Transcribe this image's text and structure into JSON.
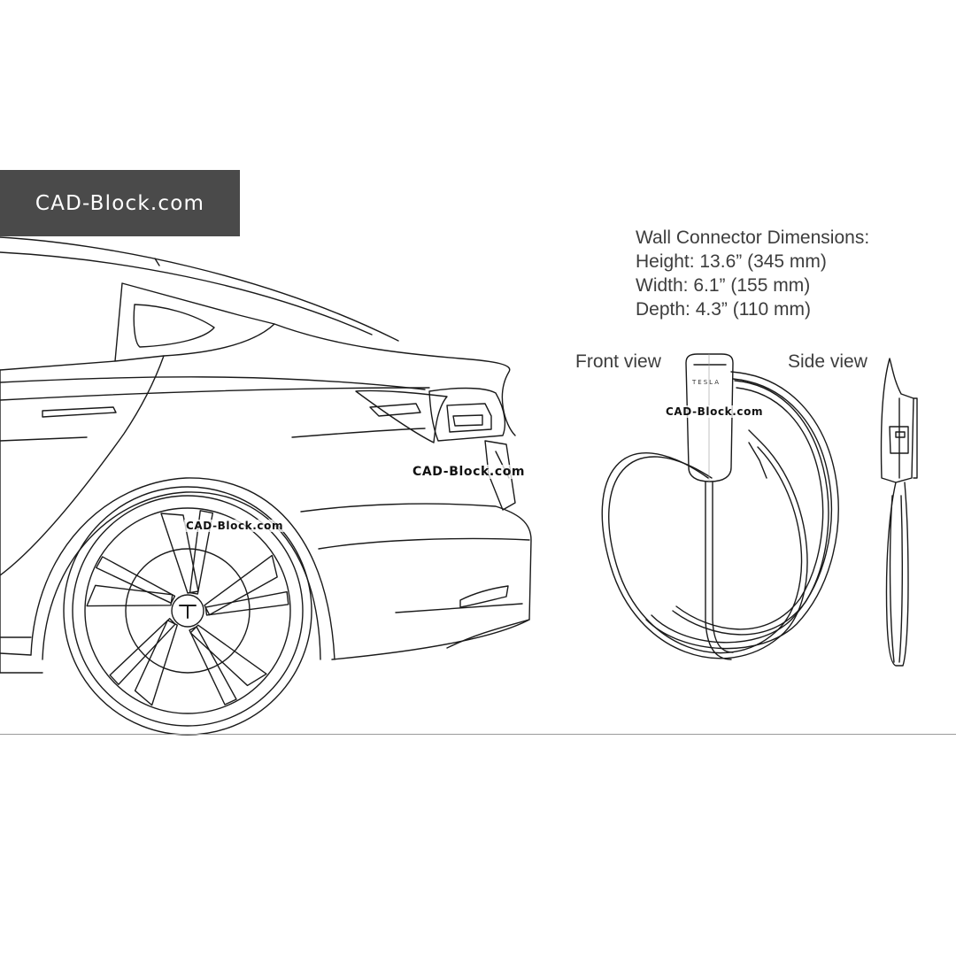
{
  "brand": {
    "banner_text": "CAD-Block.com",
    "watermark_text": "CAD-Block.com"
  },
  "specs": {
    "title": "Wall Connector Dimensions:",
    "height": "Height: 13.6” (345 mm)",
    "width": "Width: 6.1” (155 mm)",
    "depth": "Depth: 4.3” (110 mm)"
  },
  "views": {
    "front": "Front view",
    "side": "Side view"
  },
  "charger": {
    "logo_text": "TESLA"
  },
  "colors": {
    "banner_bg": "#4a4a4a",
    "line": "#1a1a1a",
    "text": "#3d3d3d"
  }
}
